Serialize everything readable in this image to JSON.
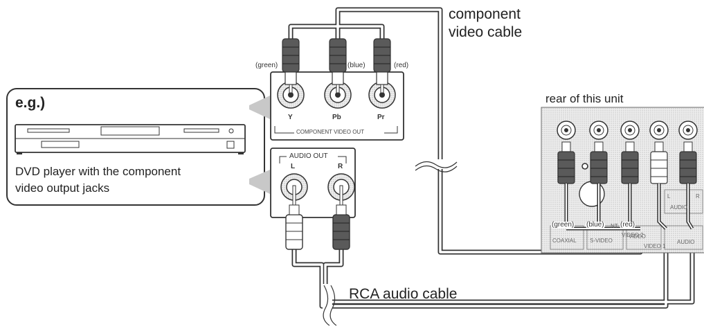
{
  "labels": {
    "component_cable": [
      "component",
      "video cable"
    ],
    "eg": "e.g.)",
    "dvd_description": [
      "DVD player with the component",
      "video output jacks"
    ],
    "rear_of_unit": "rear of this unit",
    "rca_cable": "RCA audio cable"
  },
  "source_panel": {
    "jack_colors": [
      "(green)",
      "(blue)",
      "(red)"
    ],
    "jacks": [
      "Y",
      "Pb",
      "Pr"
    ],
    "component_out_label": "COMPONENT VIDEO OUT",
    "audio_out_label": "AUDIO OUT",
    "audio_channels": [
      "L",
      "R"
    ]
  },
  "tv_panel": {
    "plug_colors": [
      "(green)",
      "(blue)",
      "(red)"
    ],
    "faint_labels": [
      "NT",
      "VIDEO 2",
      "AUDIO",
      "L",
      "R",
      "COAXIAL",
      "S-VIDEO",
      "VIDEO",
      "VIDEO 1",
      "AUDIO"
    ]
  },
  "colors": {
    "outline": "#333333",
    "panel_fill": "#e2e2e2",
    "plug_dark": "#5a5a5a",
    "plug_light": "#ffffff",
    "arrow_gray": "#c8c8c8"
  }
}
